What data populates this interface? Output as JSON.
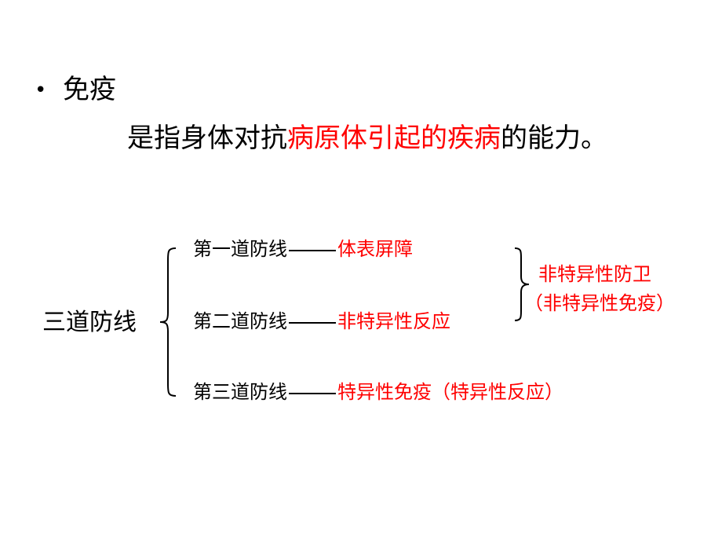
{
  "bullet": {
    "dot": "•",
    "title": "免疫"
  },
  "definition": {
    "prefix": "是指身体对抗",
    "highlight": "病原体引起的疾病",
    "suffix": "的能力。"
  },
  "defense": {
    "root_label": "三道防线",
    "lines": [
      {
        "name": "第一道防线",
        "desc": "体表屏障"
      },
      {
        "name": "第二道防线",
        "desc": "非特异性反应"
      },
      {
        "name": "第三道防线",
        "desc": "特异性免疫（特异性反应）"
      }
    ],
    "group_label": "非特异性防卫",
    "group_sublabel": "（非特异性免疫）"
  },
  "colors": {
    "text": "#000000",
    "highlight": "#ff0000",
    "background": "#ffffff"
  }
}
